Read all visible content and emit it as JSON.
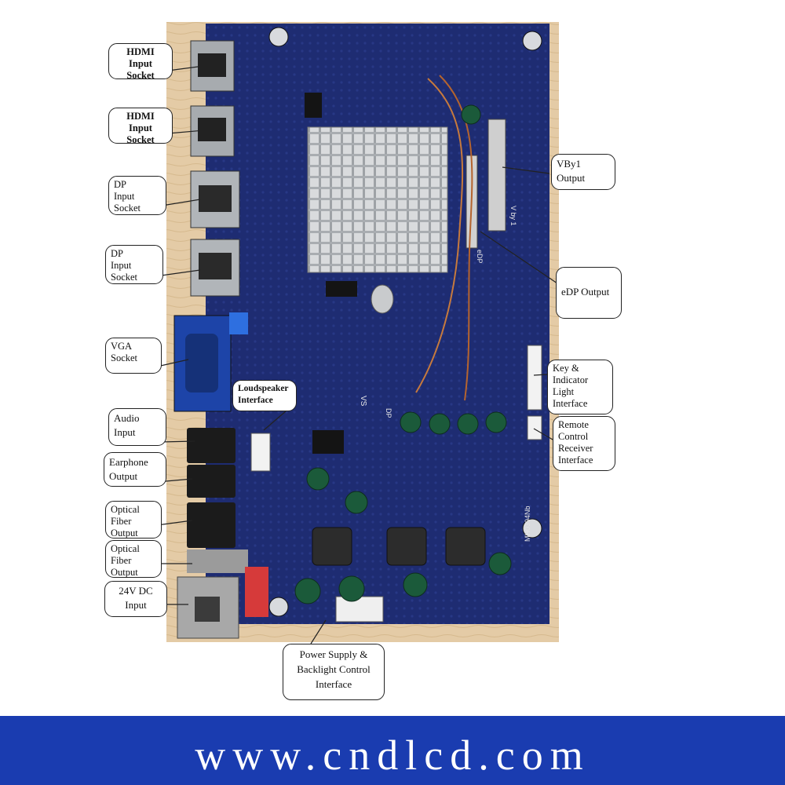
{
  "labels": {
    "hdmi_1": "HDMI\nInput Socket",
    "hdmi_2": "HDMI\nInput Socket",
    "dp_1": "DP\nInput\nSocket",
    "dp_2": "DP\nInput\nSocket",
    "vga": "VGA\nSocket",
    "loudspeaker": "Loudspeaker\nInterface",
    "audio_input": "Audio\nInput",
    "earphone_output": "Earphone\nOutput",
    "optical_fiber_1": "Optical\nFiber\nOutput",
    "optical_fiber_2": "Optical\nFiber\nOutput",
    "dc_input": "24V DC\nInput",
    "power_backlight": "Power Supply &\nBacklight Control\nInterface",
    "vby1_output": "VBy1\nOutput",
    "edp_output": "eDP Output",
    "key_indicator": "Key          &\nIndicator\nLight\nInterface",
    "remote_control": "Remote\nControl\nReceiver\nInterface"
  },
  "board_silkscreen": {
    "vs": "VS",
    "dp": "DP",
    "edp": "eDP",
    "vby1": "V by 1",
    "model": "MH0394Nb"
  },
  "footer": {
    "url": "www.cndlcd.com"
  },
  "colors": {
    "board": "#1c2a6e",
    "wood": "#e2c9a3",
    "heatsink": "#c8cacc",
    "footer": "#1a3cb0"
  }
}
